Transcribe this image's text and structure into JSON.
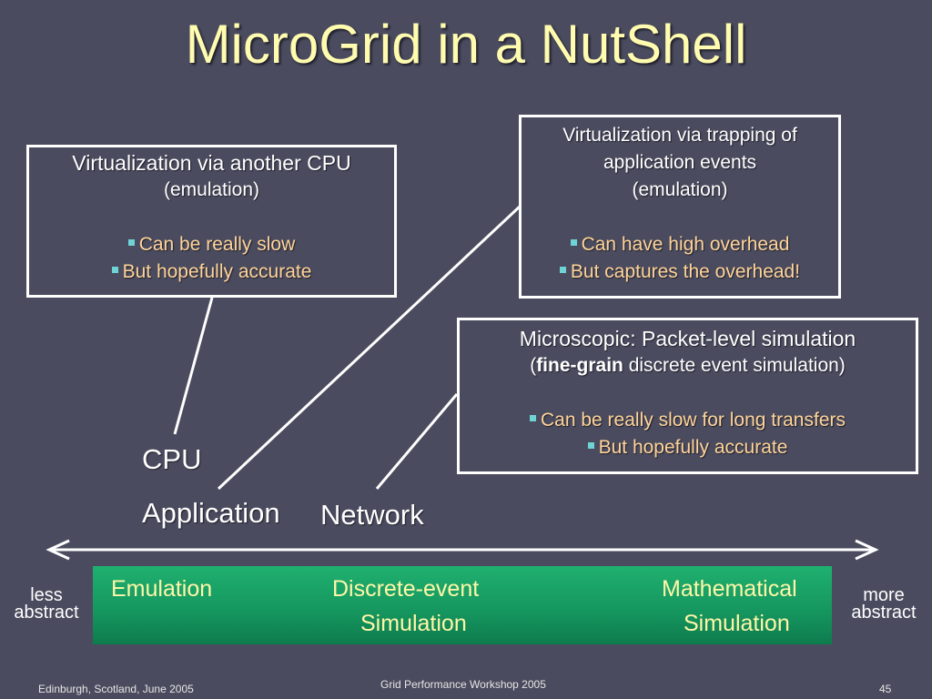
{
  "title": "MicroGrid in a NutShell",
  "box_cpu": {
    "heading": "Virtualization via another CPU",
    "sub": "(emulation)",
    "bullets": [
      "Can be really slow",
      "But hopefully accurate"
    ]
  },
  "box_app": {
    "heading_line1": "Virtualization via trapping of",
    "heading_line2": "application events",
    "sub": "(emulation)",
    "bullets": [
      "Can have high overhead",
      "But captures the overhead!"
    ]
  },
  "box_net": {
    "heading": "Microscopic: Packet-level simulation",
    "sub_open": "(",
    "sub_bold": "fine-grain",
    "sub_rest": " discrete event simulation)",
    "bullets": [
      "Can be really slow for long transfers",
      "But hopefully accurate"
    ]
  },
  "labels": {
    "cpu": "CPU",
    "application": "Application",
    "network": "Network"
  },
  "spectrum": {
    "left": [
      "less",
      "abstract"
    ],
    "right": [
      "more",
      "abstract"
    ],
    "emulation": "Emulation",
    "discrete_line1": "Discrete-event",
    "discrete_line2": "Simulation",
    "math_line1": "Mathematical",
    "math_line2": "Simulation"
  },
  "footer": {
    "left": "Edinburgh, Scotland, June 2005",
    "center": "Grid Performance Workshop 2005",
    "page": "45"
  },
  "colors": {
    "background": "#4a4b5e",
    "title": "#fffcb0",
    "bullet_text": "#ffd49a",
    "bullet_marker": "#6fd3d6",
    "bar": "#1fb06f",
    "bar_text": "#fff7a8"
  }
}
